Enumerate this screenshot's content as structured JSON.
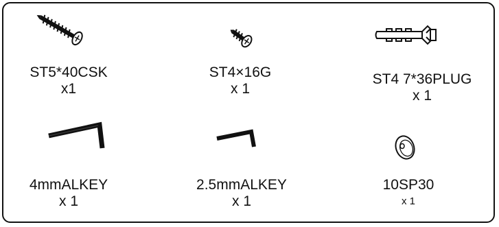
{
  "parts": [
    {
      "name": "ST5*40CSK",
      "qty": "x1",
      "icon": "countersunk-screw-icon"
    },
    {
      "name": "ST4×16G",
      "qty": "x 1",
      "icon": "pan-head-screw-icon"
    },
    {
      "name": "ST4 7*36PLUG",
      "qty": "x 1",
      "icon": "wall-plug-icon"
    },
    {
      "name": "4mmALKEY",
      "qty": "x 1",
      "icon": "allen-key-large-icon"
    },
    {
      "name": "2.5mmALKEY",
      "qty": "x 1",
      "icon": "allen-key-small-icon"
    },
    {
      "name": "10SP30",
      "qty": "x 1",
      "icon": "washer-icon"
    }
  ]
}
